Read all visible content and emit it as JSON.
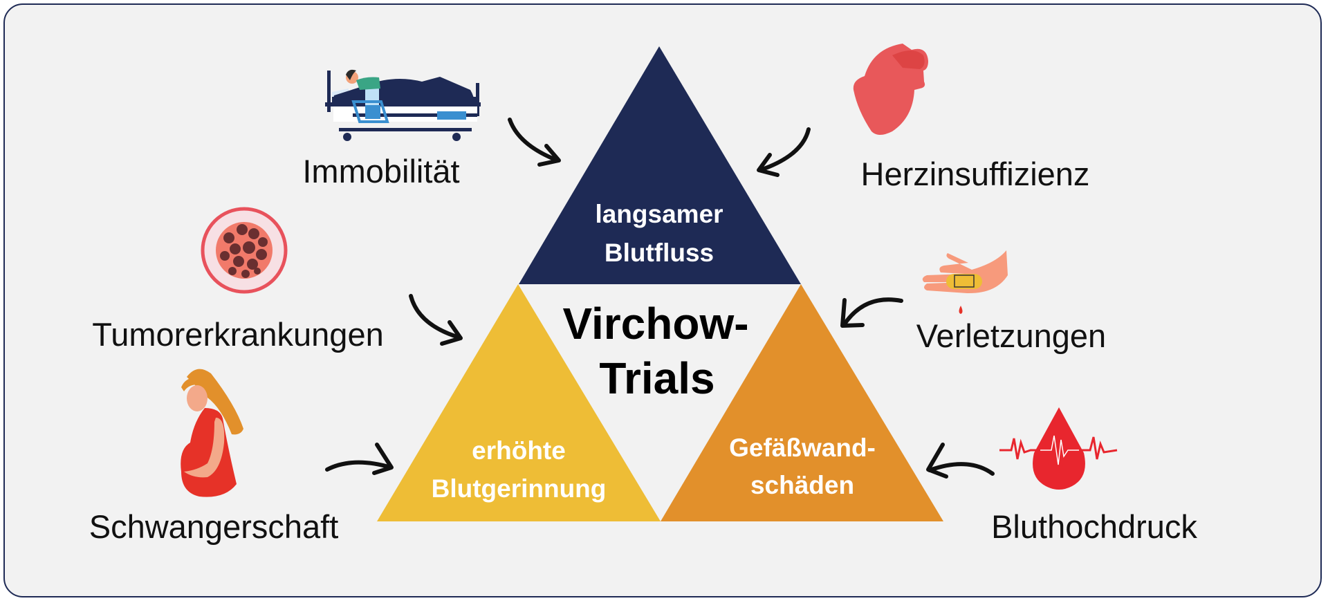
{
  "diagram": {
    "title_line1": "Virchow-",
    "title_line2": "Trials",
    "triangles": {
      "top": {
        "line1": "langsamer",
        "line2": "Blutfluss",
        "color": "#1e2a55"
      },
      "left": {
        "line1": "erhöhte",
        "line2": "Blutgerinnung",
        "color": "#eebd36"
      },
      "right": {
        "line1": "Gefäßwand-",
        "line2": "schäden",
        "color": "#e2902b"
      }
    },
    "factors": {
      "immobility": {
        "label": "Immobilität",
        "icon": "hospital-bed-icon",
        "targets": "top"
      },
      "heart_failure": {
        "label": "Herzinsuffizienz",
        "icon": "heart-icon",
        "targets": "top"
      },
      "tumors": {
        "label": "Tumorerkrankungen",
        "icon": "tumor-cell-icon",
        "targets": "left"
      },
      "pregnancy": {
        "label": "Schwangerschaft",
        "icon": "pregnant-woman-icon",
        "targets": "left"
      },
      "injuries": {
        "label": "Verletzungen",
        "icon": "bandaged-hand-icon",
        "targets": "right"
      },
      "hypertension": {
        "label": "Bluthochdruck",
        "icon": "blood-drop-ecg-icon",
        "targets": "right"
      }
    },
    "colors": {
      "frame_border": "#1e2a55",
      "background": "#f2f2f2",
      "icon_red": "#e8353a",
      "arrow": "#111111"
    }
  }
}
